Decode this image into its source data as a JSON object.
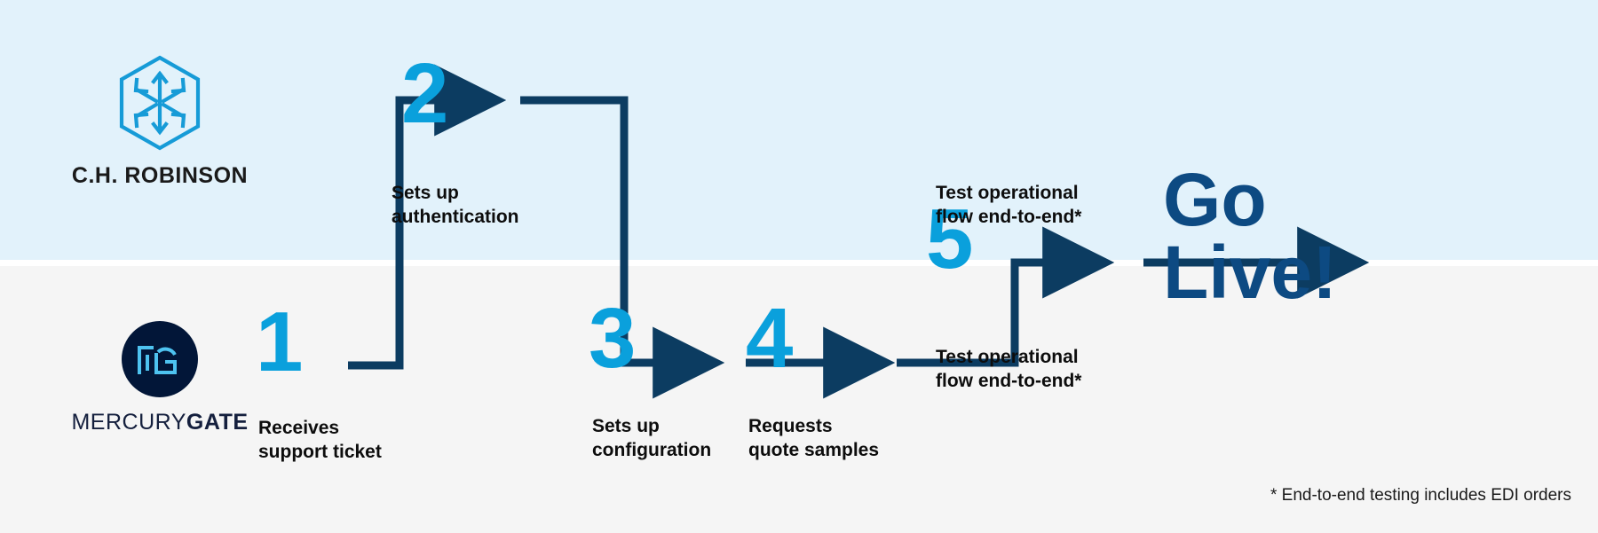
{
  "colors": {
    "band_top": "#e2f2fb",
    "band_bottom": "#f5f5f5",
    "numeral_blue": "#0aa0dc",
    "connector_navy": "#0c3c61",
    "golive_navy": "#0d4a82",
    "logo_blue": "#169bd7",
    "mg_circle_navy": "#021638",
    "mg_mark_blue": "#4ec3f0",
    "label_black": "#0d0d0d"
  },
  "logos": {
    "partner": {
      "name": "C.H. Robinson",
      "wordmark": "C.H. ROBINSON",
      "mark": "hexagon-arrows-icon"
    },
    "vendor": {
      "name": "MercuryGate",
      "wordmark_light": "MERCURY",
      "wordmark_bold": "GATE",
      "mark": "mg-monogram-icon"
    }
  },
  "steps": [
    {
      "number": "1",
      "label": "Receives\nsupport ticket",
      "lane": "bottom"
    },
    {
      "number": "2",
      "label": "Sets up\nauthentication",
      "lane": "top"
    },
    {
      "number": "3",
      "label": "Sets up\nconfiguration",
      "lane": "bottom"
    },
    {
      "number": "4",
      "label": "Requests\nquote samples",
      "lane": "bottom"
    },
    {
      "number": "5",
      "label_top": "Test operational\nflow end-to-end*",
      "label_bottom": "Test operational\nflow end-to-end*",
      "lane": "both"
    }
  ],
  "outcome": {
    "text": "Go\nLive!"
  },
  "footnote": {
    "text": "* End-to-end testing includes EDI orders"
  }
}
